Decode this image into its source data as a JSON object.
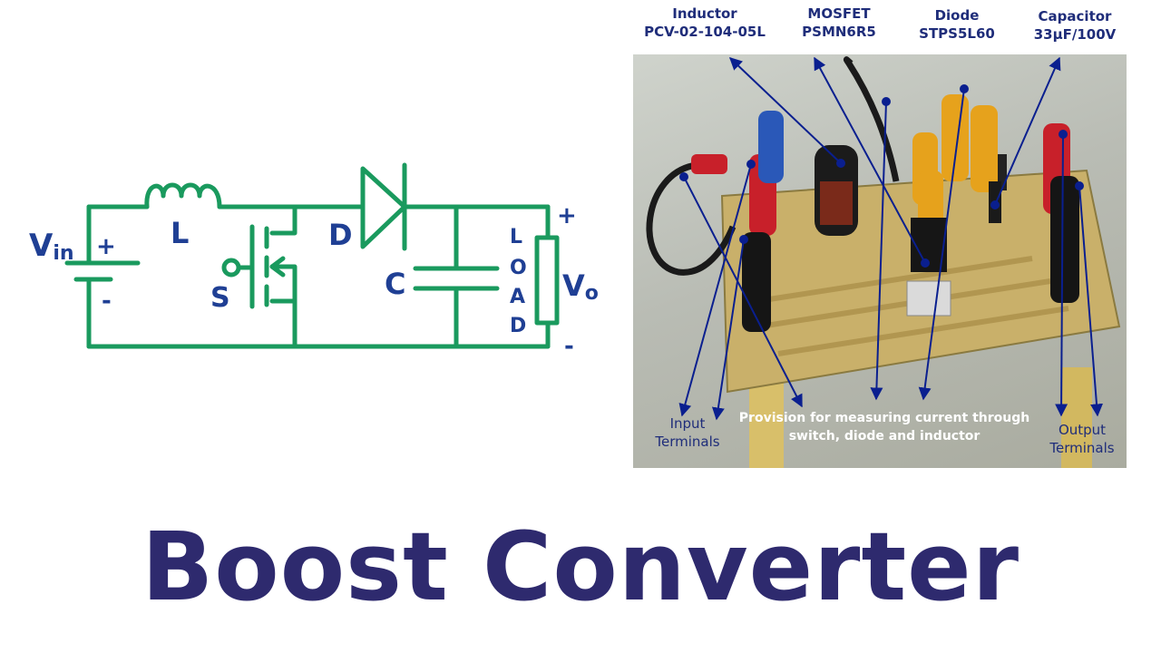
{
  "circuit": {
    "vin_main": "V",
    "vin_sub": "in",
    "inductor": "L",
    "switch": "S",
    "diode": "D",
    "capacitor": "C",
    "load_letters": [
      "L",
      "O",
      "A",
      "D"
    ],
    "vo_main": "V",
    "vo_sub": "o",
    "plus": "+",
    "minus": "-"
  },
  "photo": {
    "inductor_label": [
      "Inductor",
      "PCV-02-104-05L"
    ],
    "mosfet_label": [
      "MOSFET",
      "PSMN6R5"
    ],
    "diode_label": [
      "Diode",
      "STPS5L60"
    ],
    "capacitor_label": [
      "Capacitor",
      "33μF/100V"
    ],
    "input_label": [
      "Input",
      "Terminals"
    ],
    "output_label": [
      "Output",
      "Terminals"
    ],
    "provision_label": [
      "Provision for measuring current through",
      "switch, diode and inductor"
    ]
  },
  "colors": {
    "circuit": "#1a9a5e",
    "label": "#1f3f94",
    "arrow": "#0a1f8f",
    "title": "#2e2a6e"
  },
  "title": "Boost Converter"
}
